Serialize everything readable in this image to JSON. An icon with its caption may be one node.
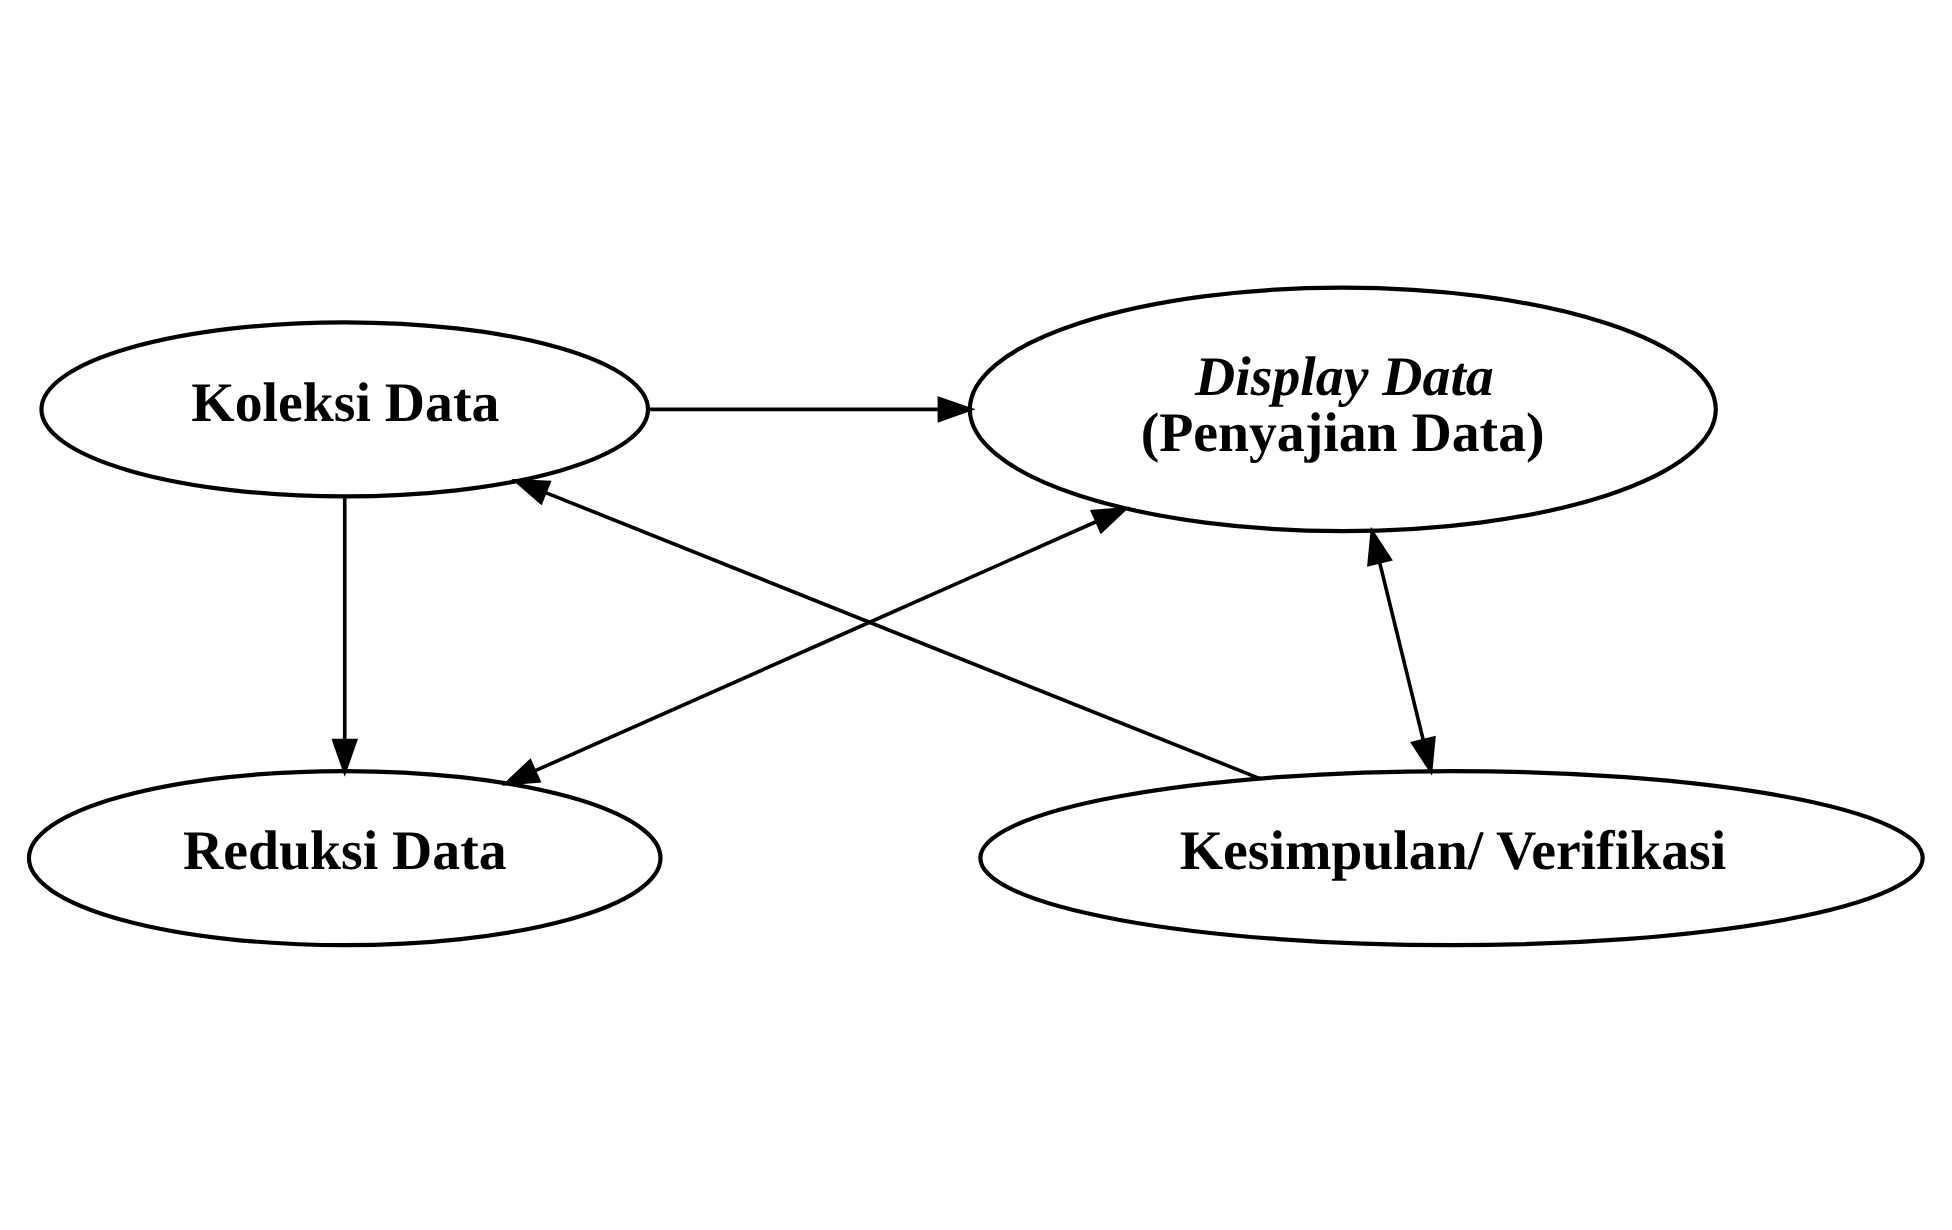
{
  "diagram": {
    "nodes": [
      {
        "text": [
          "Koleksi Data"
        ]
      },
      {
        "text": [
          "Display Data",
          "(Penyajian Data)"
        ]
      },
      {
        "text": [
          "Reduksi Data"
        ]
      },
      {
        "text": [
          "Kesimpulan/ Verifikasi"
        ]
      }
    ],
    "edges": [
      {
        "from": 0,
        "to": 1,
        "arrow": "to"
      },
      {
        "from": 0,
        "to": 2,
        "arrow": "to"
      },
      {
        "from": 2,
        "to": 1,
        "arrow": "both"
      },
      {
        "from": 1,
        "to": 3,
        "arrow": "both"
      },
      {
        "from": 3,
        "to": 0,
        "arrow": "to"
      }
    ]
  }
}
